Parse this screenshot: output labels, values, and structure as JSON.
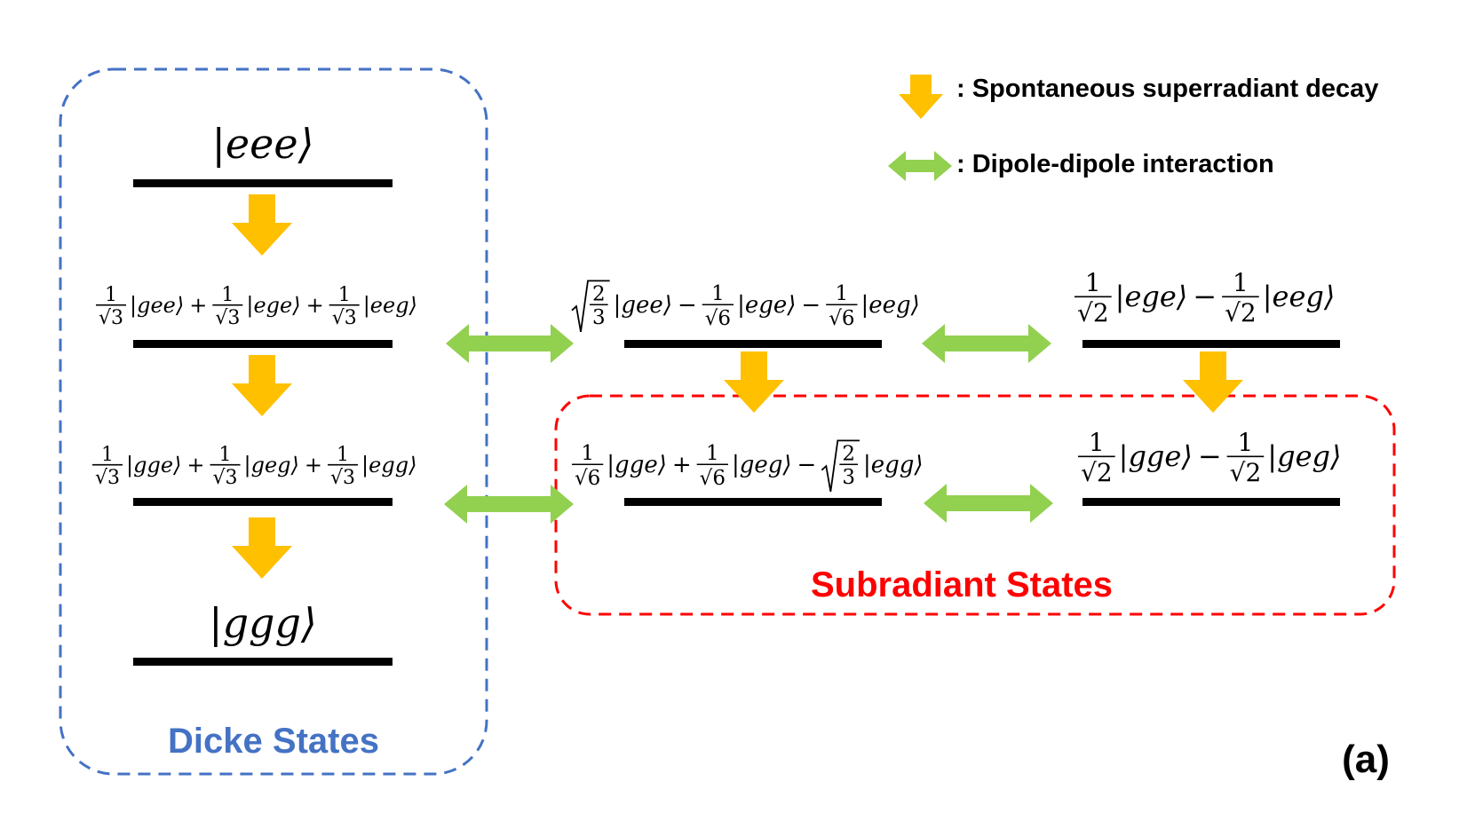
{
  "colors": {
    "decay_arrow": "#FFC000",
    "interaction_arrow": "#92D050",
    "dicke_box": "#4472C4",
    "subradiant_box": "#FF0000",
    "level": "#000000"
  },
  "legend": {
    "decay": ": Spontaneous superradiant decay",
    "interaction": ": Dipole-dipole interaction"
  },
  "groups": {
    "dicke": "Dicke States",
    "subradiant": "Subradiant States"
  },
  "panel_label": "(a)",
  "states": {
    "eee": {
      "ket": "|eee⟩"
    },
    "ggg": {
      "ket": "|ggg⟩"
    },
    "dicke_single_g": {
      "terms": [
        {
          "op": "",
          "coef_num": "1",
          "coef_den": "√3",
          "ket": "|gee⟩"
        },
        {
          "op": "+",
          "coef_num": "1",
          "coef_den": "√3",
          "ket": "|ege⟩"
        },
        {
          "op": "+",
          "coef_num": "1",
          "coef_den": "√3",
          "ket": "|eeg⟩"
        }
      ]
    },
    "dicke_double_g": {
      "terms": [
        {
          "op": "",
          "coef_num": "1",
          "coef_den": "√3",
          "ket": "|gge⟩"
        },
        {
          "op": "+",
          "coef_num": "1",
          "coef_den": "√3",
          "ket": "|geg⟩"
        },
        {
          "op": "+",
          "coef_num": "1",
          "coef_den": "√3",
          "ket": "|egg⟩"
        }
      ]
    },
    "mid_upper": {
      "sqrt_num": "2",
      "sqrt_den": "3",
      "terms": [
        {
          "op": "",
          "ket": "|gee⟩"
        },
        {
          "op": "−",
          "coef_num": "1",
          "coef_den": "√6",
          "ket": "|ege⟩"
        },
        {
          "op": "−",
          "coef_num": "1",
          "coef_den": "√6",
          "ket": "|eeg⟩"
        }
      ]
    },
    "mid_lower": {
      "sqrt_num": "2",
      "sqrt_den": "3",
      "terms": [
        {
          "op": "",
          "coef_num": "1",
          "coef_den": "√6",
          "ket": "|gge⟩"
        },
        {
          "op": "+",
          "coef_num": "1",
          "coef_den": "√6",
          "ket": "|geg⟩"
        },
        {
          "op": "−",
          "ket": "|egg⟩"
        }
      ]
    },
    "right_upper": {
      "terms": [
        {
          "op": "",
          "coef_num": "1",
          "coef_den": "√2",
          "ket": "|ege⟩"
        },
        {
          "op": "−",
          "coef_num": "1",
          "coef_den": "√2",
          "ket": "|eeg⟩"
        }
      ]
    },
    "right_lower": {
      "terms": [
        {
          "op": "",
          "coef_num": "1",
          "coef_den": "√2",
          "ket": "|gge⟩"
        },
        {
          "op": "−",
          "coef_num": "1",
          "coef_den": "√2",
          "ket": "|geg⟩"
        }
      ]
    }
  }
}
